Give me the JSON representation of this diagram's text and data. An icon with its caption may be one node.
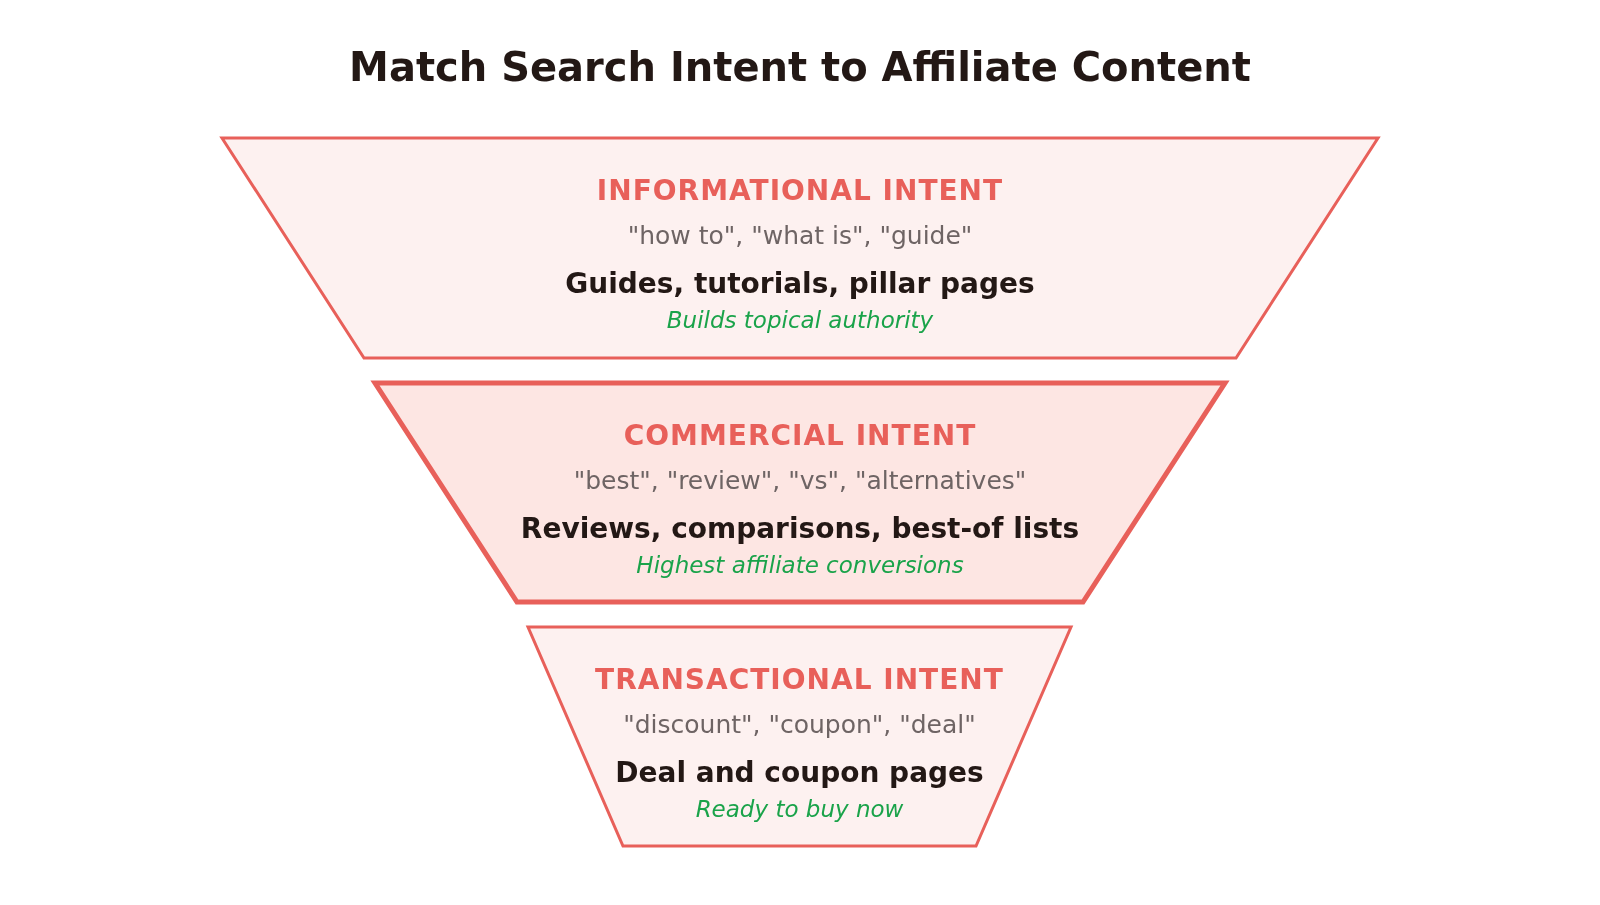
{
  "diagram": {
    "title": "Match Search Intent to Affiliate Content",
    "nodes": [
      {
        "text": [
          "INFORMATIONAL INTENT",
          "\"how to\", \"what is\", \"guide\"",
          "Guides, tutorials, pillar pages",
          "Builds topical authority"
        ]
      },
      {
        "text": [
          "COMMERCIAL INTENT",
          "\"best\", \"review\", \"vs\", \"alternatives\"",
          "Reviews, comparisons, best-of lists",
          "Highest affiliate conversions"
        ]
      },
      {
        "text": [
          "TRANSACTIONAL INTENT",
          "\"discount\", \"coupon\", \"deal\"",
          "Deal and coupon pages",
          "Ready to buy now"
        ]
      }
    ]
  }
}
